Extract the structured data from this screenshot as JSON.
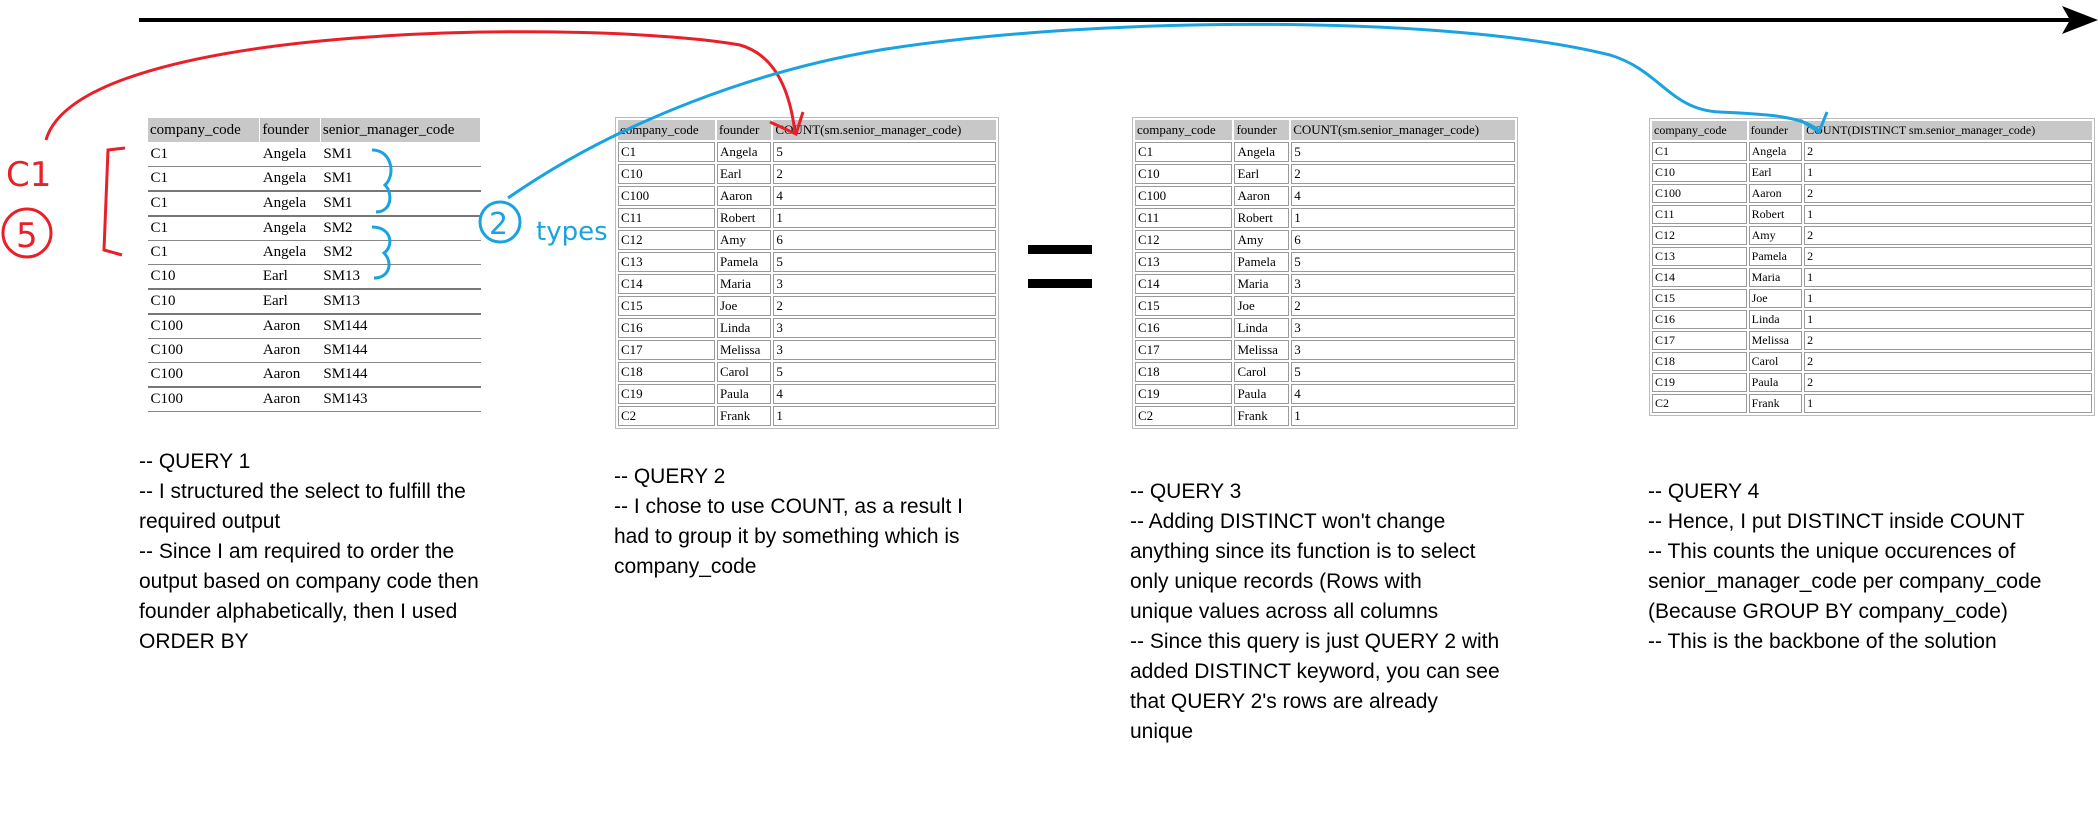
{
  "query1": {
    "headers": [
      "company_code",
      "founder",
      "senior_manager_code"
    ],
    "rows": [
      [
        "C1",
        "Angela",
        "SM1"
      ],
      [
        "C1",
        "Angela",
        "SM1"
      ],
      [
        "C1",
        "Angela",
        "SM1"
      ],
      [
        "C1",
        "Angela",
        "SM2"
      ],
      [
        "C1",
        "Angela",
        "SM2"
      ],
      [
        "C10",
        "Earl",
        "SM13"
      ],
      [
        "C10",
        "Earl",
        "SM13"
      ],
      [
        "C100",
        "Aaron",
        "SM144"
      ],
      [
        "C100",
        "Aaron",
        "SM144"
      ],
      [
        "C100",
        "Aaron",
        "SM144"
      ],
      [
        "C100",
        "Aaron",
        "SM143"
      ]
    ],
    "note": [
      "-- QUERY 1",
      "-- I structured the select to fulfill the",
      "required output",
      "-- Since I am required to order the",
      "output based on company code then",
      "founder alphabetically, then I used",
      "ORDER BY"
    ]
  },
  "query2": {
    "headers": [
      "company_code",
      "founder",
      "COUNT(sm.senior_manager_code)"
    ],
    "rows": [
      [
        "C1",
        "Angela",
        "5"
      ],
      [
        "C10",
        "Earl",
        "2"
      ],
      [
        "C100",
        "Aaron",
        "4"
      ],
      [
        "C11",
        "Robert",
        "1"
      ],
      [
        "C12",
        "Amy",
        "6"
      ],
      [
        "C13",
        "Pamela",
        "5"
      ],
      [
        "C14",
        "Maria",
        "3"
      ],
      [
        "C15",
        "Joe",
        "2"
      ],
      [
        "C16",
        "Linda",
        "3"
      ],
      [
        "C17",
        "Melissa",
        "3"
      ],
      [
        "C18",
        "Carol",
        "5"
      ],
      [
        "C19",
        "Paula",
        "4"
      ],
      [
        "C2",
        "Frank",
        "1"
      ]
    ],
    "note": [
      "-- QUERY 2",
      "-- I chose to use COUNT, as a result I",
      "had to group it by something which is",
      "company_code"
    ]
  },
  "query3": {
    "headers": [
      "company_code",
      "founder",
      "COUNT(sm.senior_manager_code)"
    ],
    "rows": [
      [
        "C1",
        "Angela",
        "5"
      ],
      [
        "C10",
        "Earl",
        "2"
      ],
      [
        "C100",
        "Aaron",
        "4"
      ],
      [
        "C11",
        "Robert",
        "1"
      ],
      [
        "C12",
        "Amy",
        "6"
      ],
      [
        "C13",
        "Pamela",
        "5"
      ],
      [
        "C14",
        "Maria",
        "3"
      ],
      [
        "C15",
        "Joe",
        "2"
      ],
      [
        "C16",
        "Linda",
        "3"
      ],
      [
        "C17",
        "Melissa",
        "3"
      ],
      [
        "C18",
        "Carol",
        "5"
      ],
      [
        "C19",
        "Paula",
        "4"
      ],
      [
        "C2",
        "Frank",
        "1"
      ]
    ],
    "note": [
      "-- QUERY 3",
      "-- Adding DISTINCT won't change",
      "anything since its function is to select",
      "only unique records (Rows with",
      "unique values across all columns",
      "-- Since this query is just QUERY 2 with",
      "added DISTINCT keyword, you can see",
      "that QUERY 2's rows are already",
      "unique"
    ]
  },
  "query4": {
    "headers": [
      "company_code",
      "founder",
      "COUNT(DISTINCT sm.senior_manager_code)"
    ],
    "rows": [
      [
        "C1",
        "Angela",
        "2"
      ],
      [
        "C10",
        "Earl",
        "1"
      ],
      [
        "C100",
        "Aaron",
        "2"
      ],
      [
        "C11",
        "Robert",
        "1"
      ],
      [
        "C12",
        "Amy",
        "2"
      ],
      [
        "C13",
        "Pamela",
        "2"
      ],
      [
        "C14",
        "Maria",
        "1"
      ],
      [
        "C15",
        "Joe",
        "1"
      ],
      [
        "C16",
        "Linda",
        "1"
      ],
      [
        "C17",
        "Melissa",
        "2"
      ],
      [
        "C18",
        "Carol",
        "2"
      ],
      [
        "C19",
        "Paula",
        "2"
      ],
      [
        "C2",
        "Frank",
        "1"
      ]
    ],
    "note": [
      "-- QUERY 4",
      "-- Hence, I put DISTINCT inside COUNT",
      "-- This counts the unique occurences of",
      "senior_manager_code per company_code",
      "(Because GROUP BY company_code)",
      "-- This is the backbone of the solution"
    ]
  },
  "annotations": {
    "red_top": "C1",
    "red_bottom": "5",
    "blue_number": "2",
    "blue_word": "types",
    "red_color": "#e8202a",
    "blue_color": "#1aa3e0"
  }
}
